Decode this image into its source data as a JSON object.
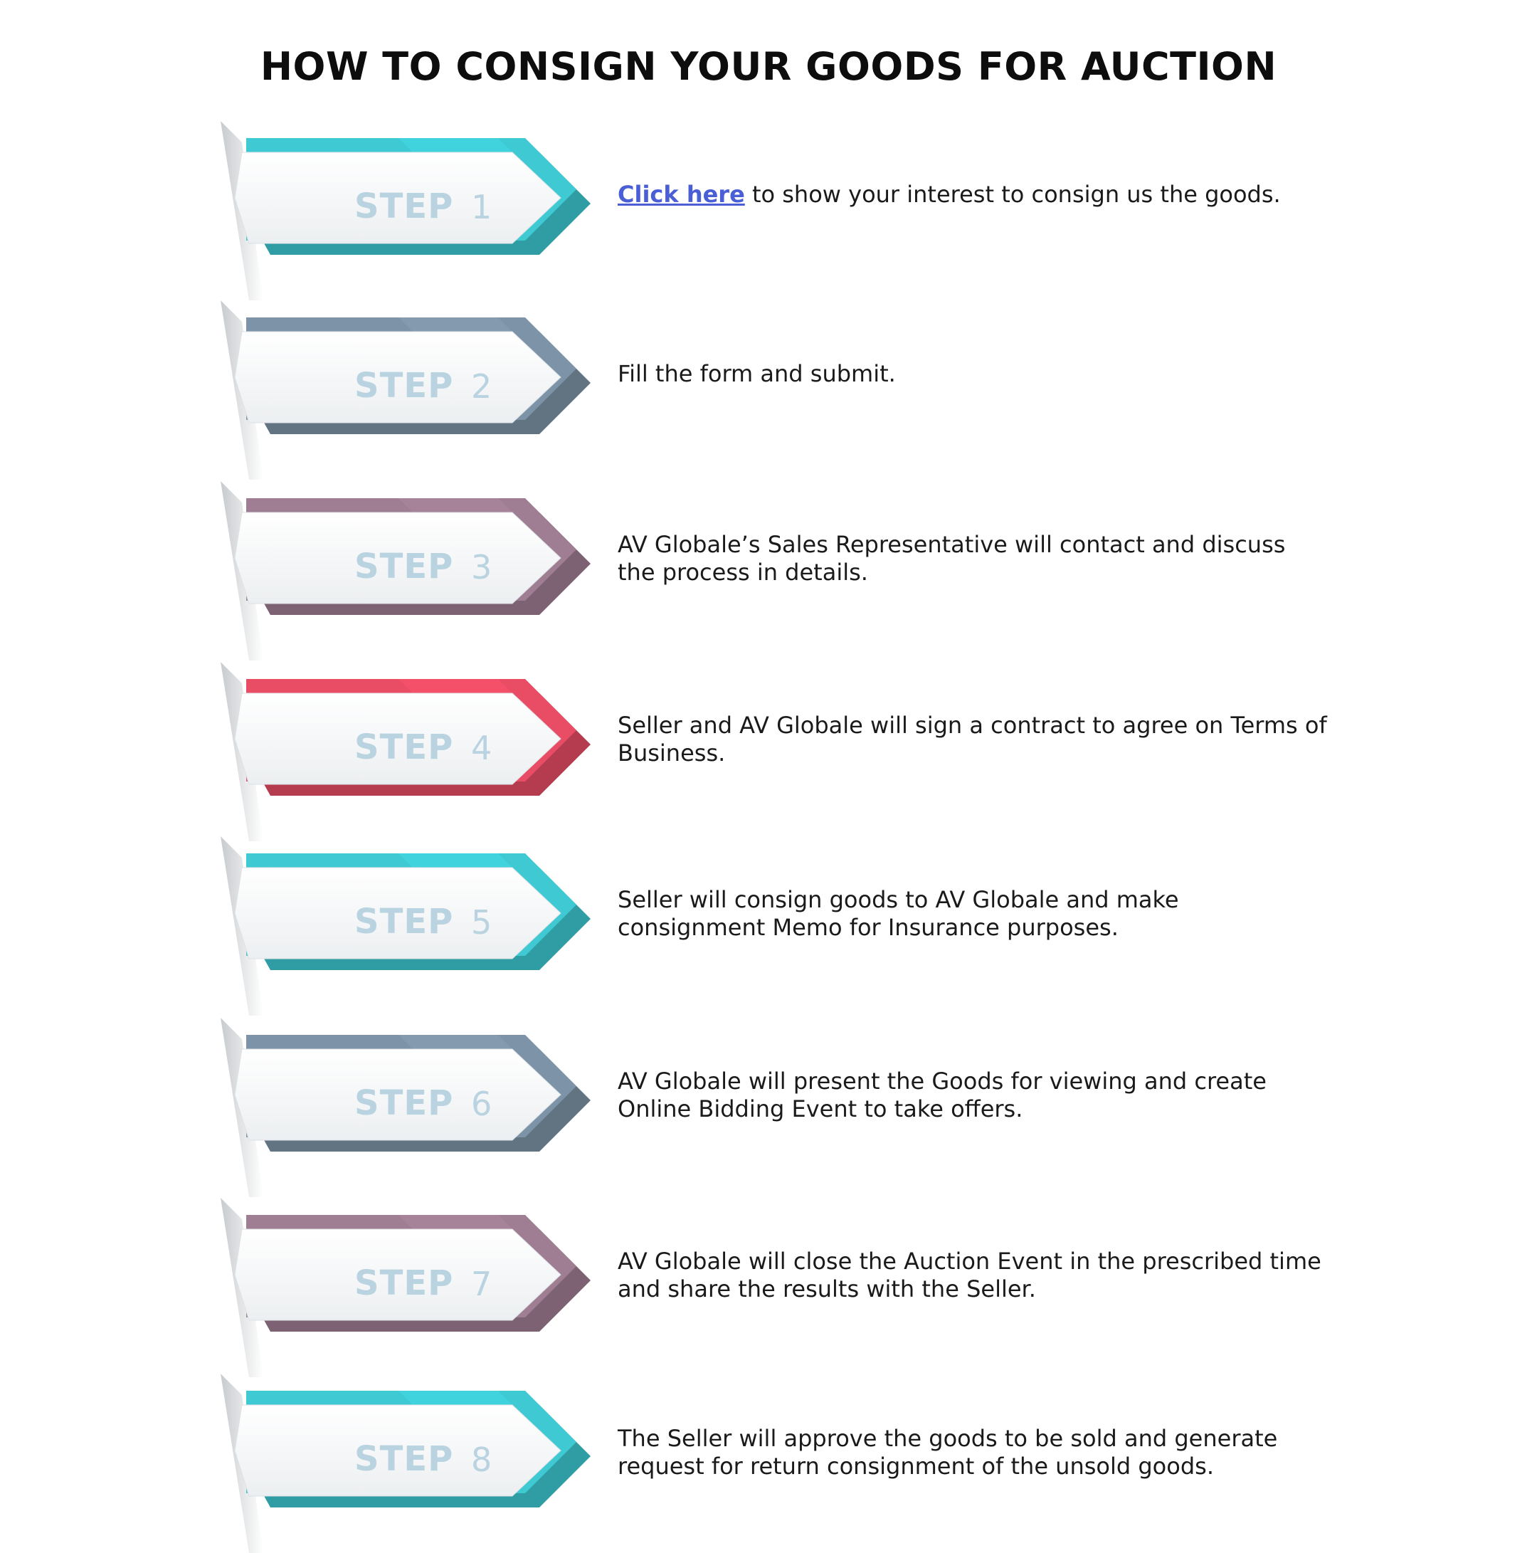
{
  "title": "HOW TO CONSIGN YOUR GOODS FOR AUCTION",
  "step_word": "STEP",
  "colors": {
    "step_text": "#b9d3e1",
    "link": "#4a5fd6",
    "cyan": "#3ec9d3",
    "slate": "#7d93a7",
    "mauve": "#9f7d92",
    "red": "#e84d65"
  },
  "steps": [
    {
      "number": "1",
      "accent": "#3ec9d3",
      "link_text": "Click here",
      "text": " to show your interest to consign us the goods."
    },
    {
      "number": "2",
      "accent": "#7d93a7",
      "link_text": "",
      "text": "Fill the form and submit."
    },
    {
      "number": "3",
      "accent": "#9f7d92",
      "link_text": "",
      "text": "AV Globale’s Sales Representative will contact and discuss the process in details."
    },
    {
      "number": "4",
      "accent": "#e84d65",
      "link_text": "",
      "text": "Seller and AV Globale will sign a contract to agree on Terms of Business."
    },
    {
      "number": "5",
      "accent": "#3ec9d3",
      "link_text": "",
      "text": "Seller will consign goods to AV Globale and make consignment Memo for Insurance purposes."
    },
    {
      "number": "6",
      "accent": "#7d93a7",
      "link_text": "",
      "text": "AV Globale will present the Goods for viewing and create Online Bidding Event to take offers."
    },
    {
      "number": "7",
      "accent": "#9f7d92",
      "link_text": "",
      "text": "AV Globale will close the Auction Event in the prescribed time and share the results with the Seller."
    },
    {
      "number": "8",
      "accent": "#3ec9d3",
      "link_text": "",
      "text": "The Seller will approve the goods to be sold and generate request for return consignment of the unsold goods."
    }
  ]
}
